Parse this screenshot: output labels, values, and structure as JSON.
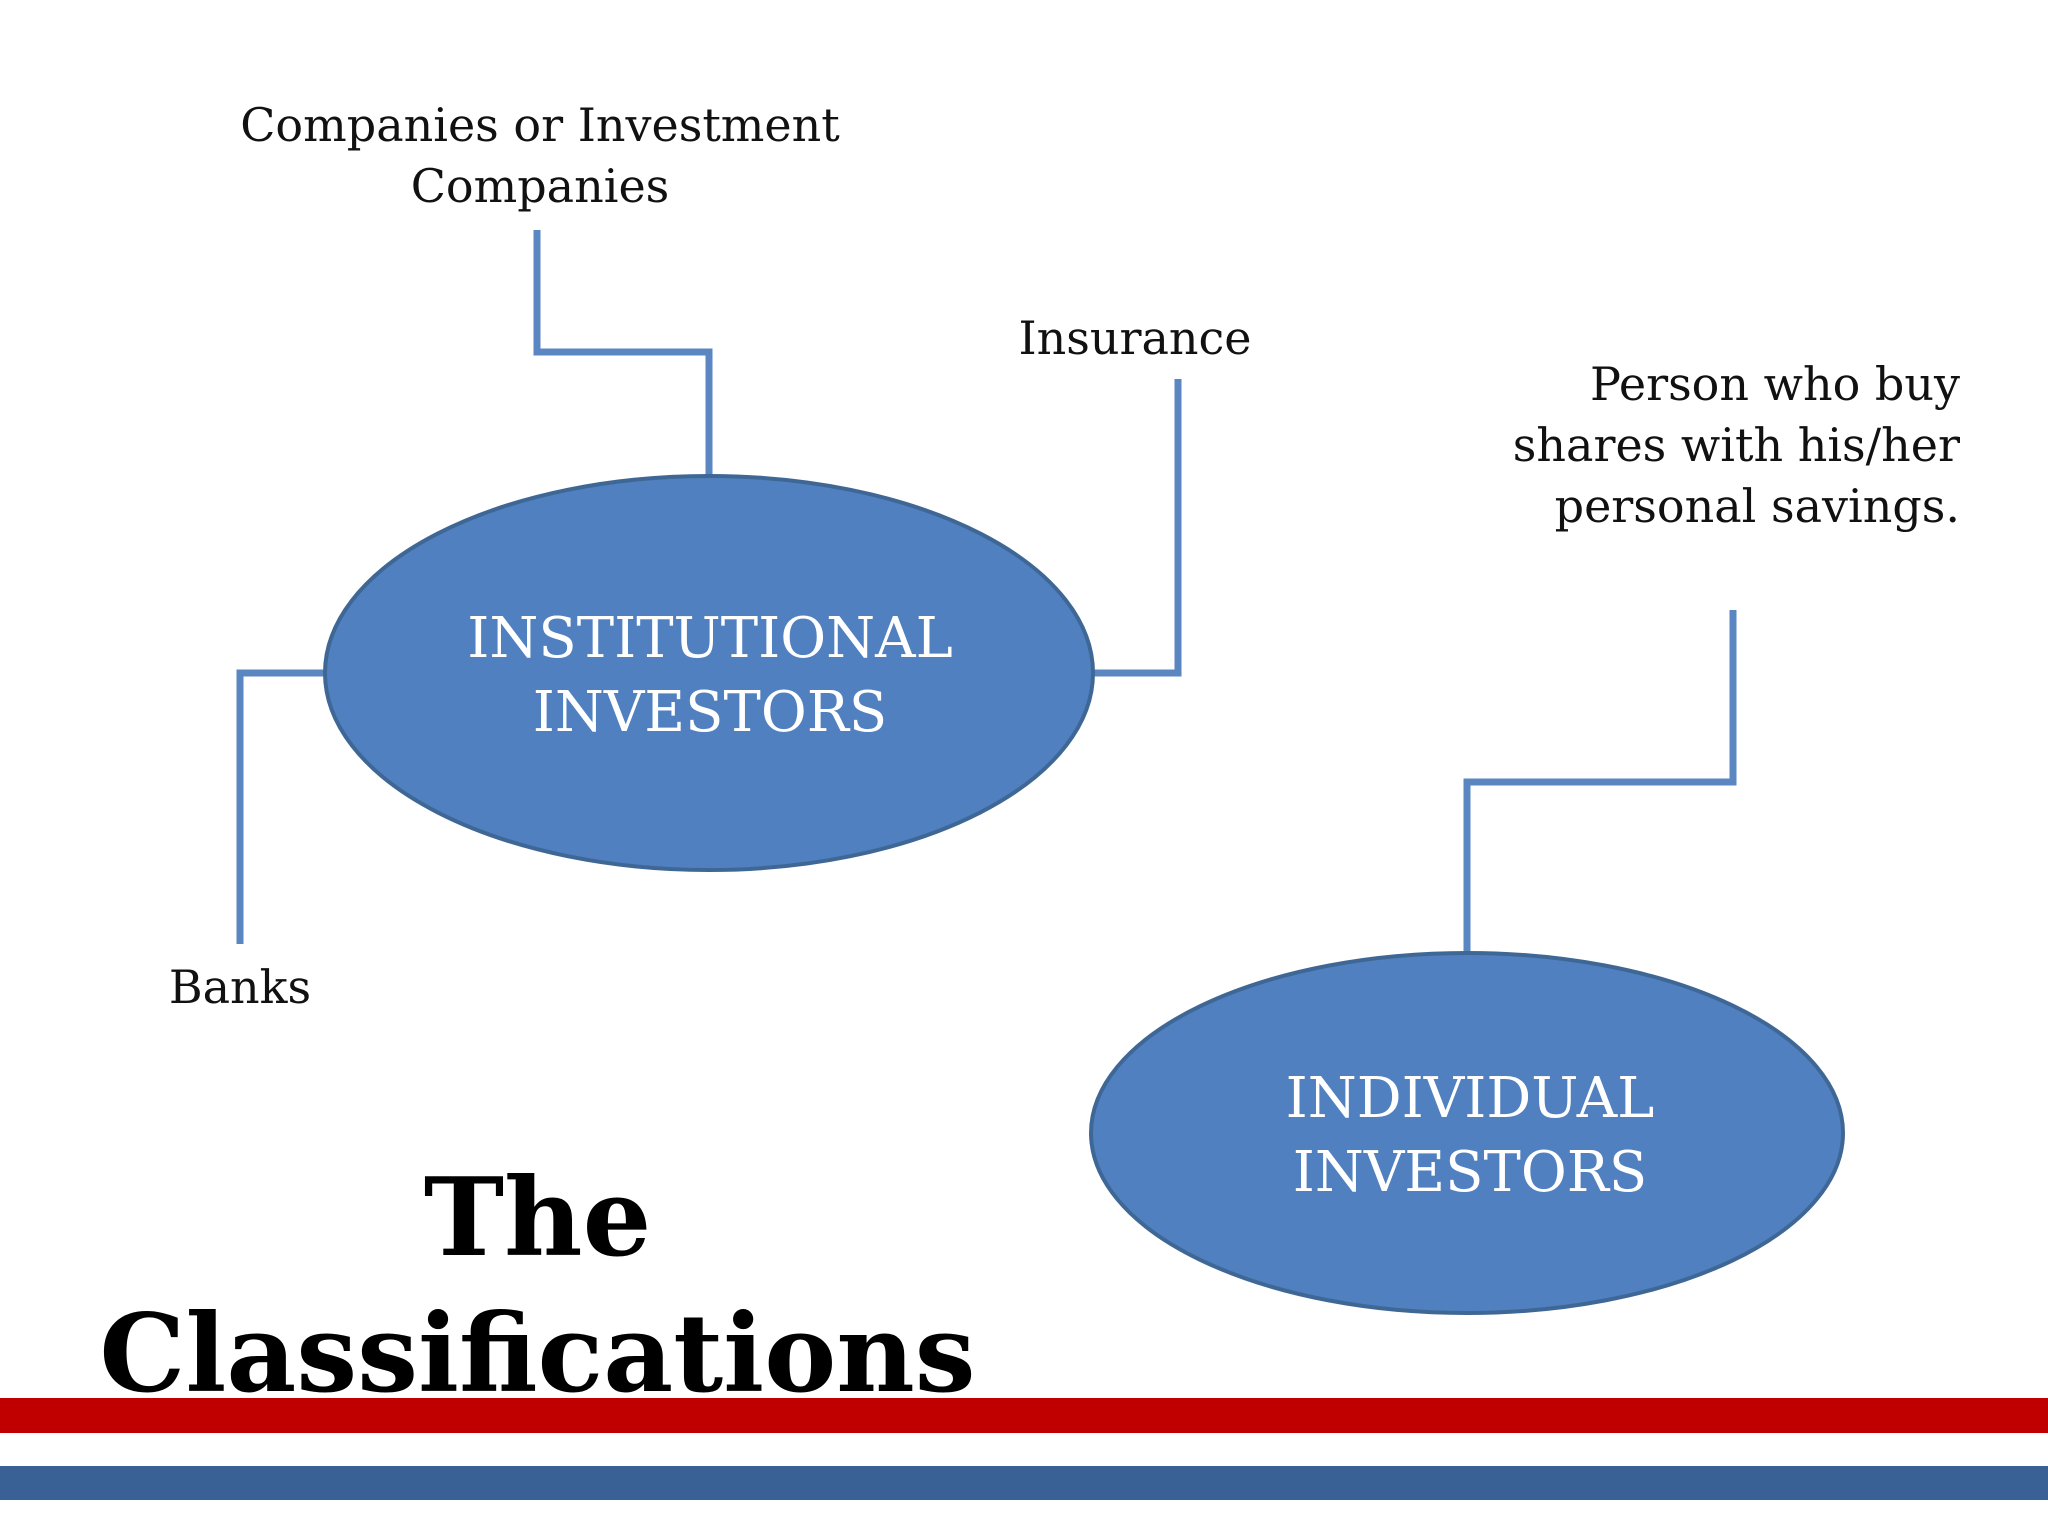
{
  "title": "The Classifications",
  "nodes": {
    "institutional": {
      "label": "INSTITUTIONAL INVESTORS"
    },
    "individual": {
      "label": "INDIVIDUAL INVESTORS"
    }
  },
  "branches": {
    "companies": "Companies or Investment Companies",
    "insurance": "Insurance",
    "banks": "Banks",
    "person": "Person who buy shares with his/her personal savings."
  },
  "colors": {
    "node_fill": "#5080BF",
    "node_stroke": "#3F6796",
    "connector": "#5A86C2",
    "node_text": "#FFFFFF",
    "stripe_red": "#C00000",
    "stripe_blue": "#3A6196"
  }
}
